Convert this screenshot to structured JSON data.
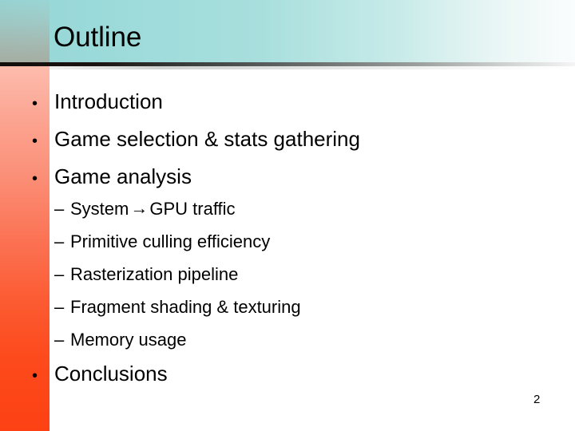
{
  "slide": {
    "title": "Outline",
    "page_number": "2",
    "colors": {
      "header_teal": "#9ad8d8",
      "header_fade": "#fbfdfd",
      "sidebar_top": "#fdbcad",
      "sidebar_bottom": "#fd4114",
      "divider_dark": "#120c0a",
      "text": "#000000",
      "background": "#ffffff"
    }
  },
  "outline": {
    "items": [
      {
        "level": 1,
        "marker": "•",
        "text": "Introduction"
      },
      {
        "level": 1,
        "marker": "•",
        "text": "Game selection & stats gathering"
      },
      {
        "level": 1,
        "marker": "•",
        "text": "Game analysis"
      },
      {
        "level": 2,
        "marker": "–",
        "text_before": "System",
        "arrow": "→",
        "text_after": "GPU traffic",
        "text": "System → GPU traffic"
      },
      {
        "level": 2,
        "marker": "–",
        "text": "Primitive culling efficiency"
      },
      {
        "level": 2,
        "marker": "–",
        "text": "Rasterization pipeline"
      },
      {
        "level": 2,
        "marker": "–",
        "text": "Fragment shading & texturing"
      },
      {
        "level": 2,
        "marker": "–",
        "text": "Memory usage"
      },
      {
        "level": 1,
        "marker": "•",
        "text": "Conclusions"
      }
    ]
  }
}
